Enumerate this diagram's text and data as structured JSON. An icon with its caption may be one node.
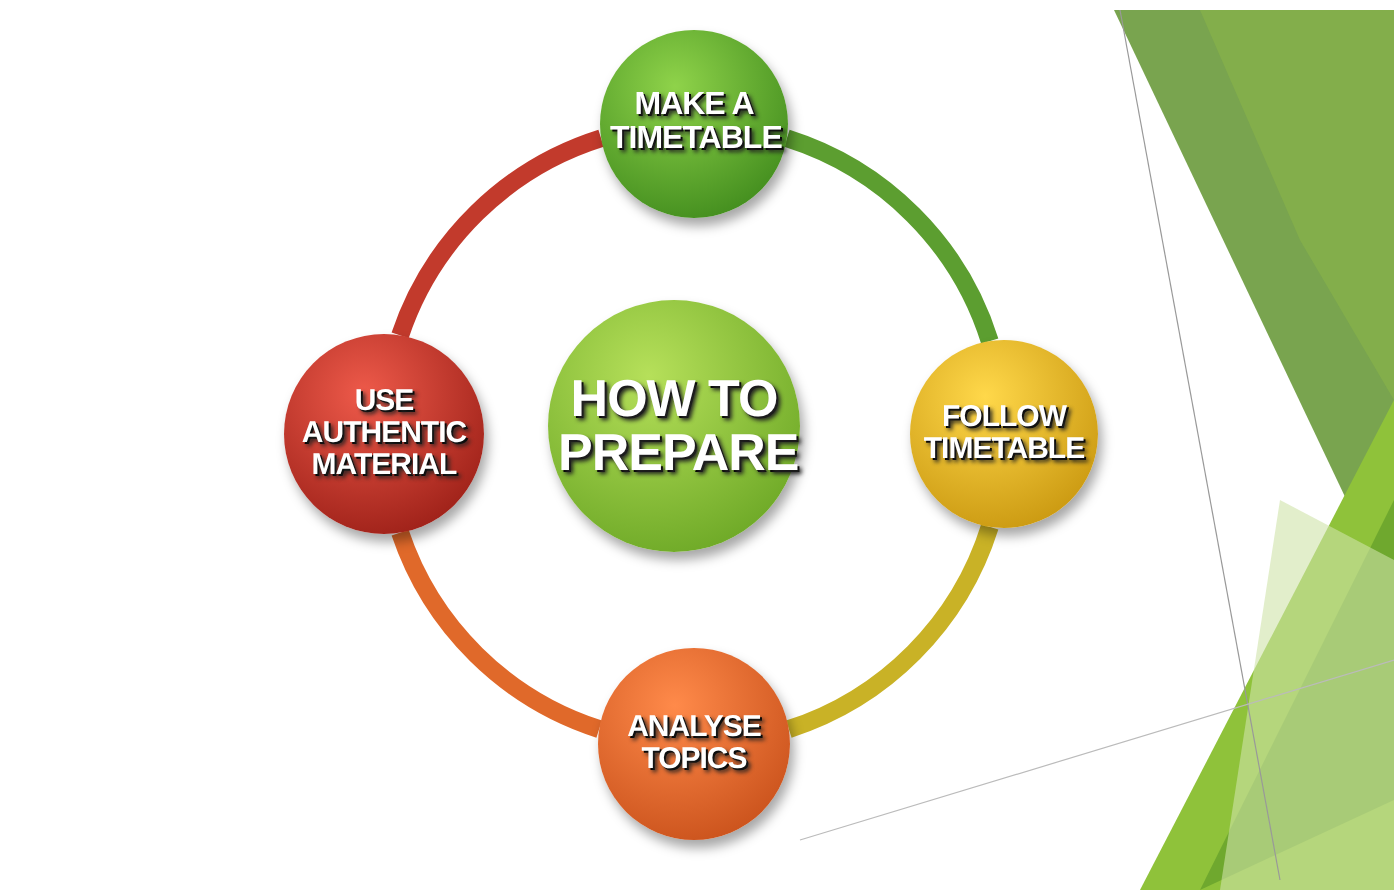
{
  "diagram": {
    "nodes": [
      {
        "text": [
          "MAKE A TIMETABLE"
        ]
      },
      {
        "text": [
          "USE AUTHENTIC MATERIAL"
        ]
      },
      {
        "text": [
          "HOW TO PREPARE"
        ]
      },
      {
        "text": [
          "FOLLOW TIMETABLE"
        ]
      },
      {
        "text": [
          "ANALYSE TOPICS"
        ]
      }
    ],
    "edges": [
      {
        "from": 0,
        "to": 3,
        "arrow": "none",
        "color": "#5c9e30"
      },
      {
        "from": 3,
        "to": 4,
        "arrow": "none",
        "color": "#c9b226"
      },
      {
        "from": 4,
        "to": 1,
        "arrow": "none",
        "color": "#e0692a"
      },
      {
        "from": 1,
        "to": 0,
        "arrow": "none",
        "color": "#c23a2c"
      }
    ]
  }
}
